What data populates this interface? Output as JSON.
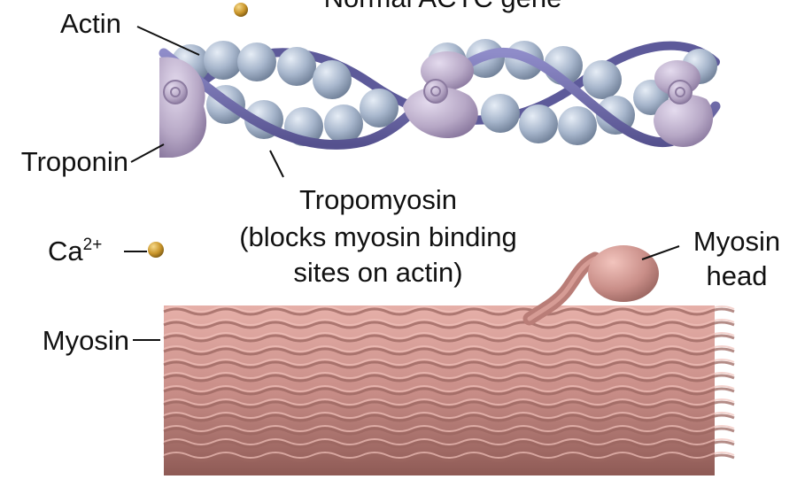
{
  "title": "Normal ACTC gene",
  "labels": {
    "actin": "Actin",
    "troponin": "Troponin",
    "tropomyosin": "Tropomyosin",
    "tropomyosin_note_line1": "(blocks myosin binding",
    "tropomyosin_note_line2": "sites on actin)",
    "calcium": "Ca",
    "calcium_charge": "2+",
    "myosin": "Myosin",
    "myosin_head_line1": "Myosin",
    "myosin_head_line2": "head"
  },
  "colors": {
    "actin": "#a7b6cc",
    "tropomyosin": "#6e6aab",
    "troponin": "#b7a8c6",
    "myosin": "#c98e88",
    "calcium": "#c9952a"
  }
}
